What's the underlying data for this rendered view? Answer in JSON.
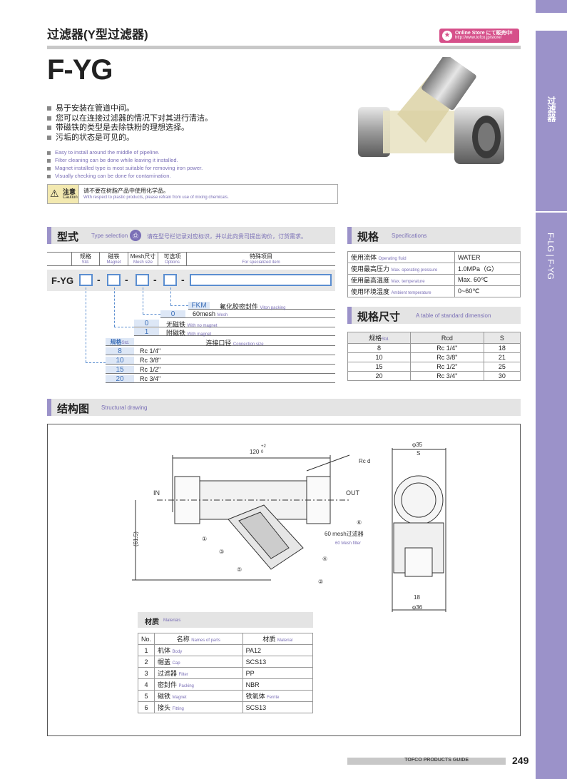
{
  "header": {
    "title": "过滤器(Y型过滤器)",
    "online_store": "Online Store にて販売中!",
    "online_url": "http://www.tofco.jp/store/",
    "product": "F-YG"
  },
  "features_cn": [
    "易于安装在管道中间。",
    "您可以在连接过滤器的情况下对其进行清洁。",
    "带磁铁的类型是去除铁粉的理想选择。",
    "污垢的状态是可见的。"
  ],
  "features_en": [
    "Easy to install around the middle of pipeline.",
    "Filter cleaning can be done while leaving it installed.",
    "Magnet installed type is most suitable for removing iron power.",
    "Visually checking can be done for contamination."
  ],
  "caution": {
    "label_cn": "注意",
    "label_en": "Caution",
    "text_cn": "请不要在树脂产品中使用化学品。",
    "text_en": "With respect to plastic products, please refrain from use of mixing chemicals."
  },
  "type_selection": {
    "title": "型式",
    "title_en": "Type selection",
    "note": "请在型号栏记录对应标识，并以此向贵司提出询价，订货需求。",
    "headers": [
      {
        "cn": "规格",
        "en": "Std."
      },
      {
        "cn": "磁铁",
        "en": "Magnet"
      },
      {
        "cn": "Mesh尺寸",
        "en": "Mesh size"
      },
      {
        "cn": "可选项",
        "en": "Options"
      },
      {
        "cn": "特殊项目",
        "en": "For specialized item"
      }
    ],
    "prefix": "F-YG",
    "fkm": {
      "code": "FKM",
      "cn": "氟化胶密封件",
      "en": "Viton packing"
    },
    "mesh": {
      "code": "0",
      "text": "60mesh",
      "en": "Mesh"
    },
    "magnet": [
      {
        "code": "0",
        "cn": "无磁铁",
        "en": "With no magnet"
      },
      {
        "code": "1",
        "cn": "附磁铁",
        "en": "With magnet"
      }
    ],
    "std_header": {
      "cn": "规格",
      "en": "Std.",
      "conn_cn": "连接口径",
      "conn_en": "Connection size"
    },
    "std": [
      {
        "code": "8",
        "size": "Rc 1/4\""
      },
      {
        "code": "10",
        "size": "Rc 3/8\""
      },
      {
        "code": "15",
        "size": "Rc 1/2\""
      },
      {
        "code": "20",
        "size": "Rc 3/4\""
      }
    ]
  },
  "specs": {
    "title": "规格",
    "title_en": "Specifications",
    "rows": [
      {
        "cn": "使用流体",
        "en": "Operating fluid",
        "value": "WATER"
      },
      {
        "cn": "使用最高压力",
        "en": "Max. operating pressure",
        "value": "1.0MPa（G）"
      },
      {
        "cn": "使用最高温度",
        "en": "Max. temperature",
        "value": "Max. 60℃"
      },
      {
        "cn": "使用环境温度",
        "en": "Ambient temperature",
        "value": "0~60℃"
      }
    ]
  },
  "dimensions": {
    "title": "规格尺寸",
    "title_en": "A table of standard dimension",
    "headers": {
      "std_cn": "规格",
      "std_en": "Std.",
      "rcd": "Rcd",
      "s": "S"
    },
    "rows": [
      [
        "8",
        "Rc 1/4\"",
        "18"
      ],
      [
        "10",
        "Rc 3/8\"",
        "21"
      ],
      [
        "15",
        "Rc 1/2\"",
        "25"
      ],
      [
        "20",
        "Rc 3/4\"",
        "30"
      ]
    ]
  },
  "structure": {
    "title": "结构图",
    "title_en": "Structural drawing",
    "labels": {
      "dim120": "120",
      "tol_plus": "+2",
      "tol_zero": "0",
      "rcd": "Rc d",
      "in": "IN",
      "out": "OUT",
      "h615": "(61.5)",
      "mesh_cn": "60 mesh过滤器",
      "mesh_en": "60 Mesh filter",
      "phi35": "φ35",
      "s": "S",
      "d18": "18",
      "phi36": "φ36",
      "n1": "①",
      "n2": "②",
      "n3": "③",
      "n4": "④",
      "n5": "⑤",
      "n6": "⑥"
    }
  },
  "materials": {
    "title": "材质",
    "title_en": "Materials",
    "headers": {
      "no": "No.",
      "name_cn": "名称",
      "name_en": "Names of parts",
      "mat_cn": "材质",
      "mat_en": "Material"
    },
    "rows": [
      {
        "no": "1",
        "cn": "机体",
        "en": "Body",
        "mat_cn": "PA12",
        "mat_en": ""
      },
      {
        "no": "2",
        "cn": "帽盖",
        "en": "Cap",
        "mat_cn": "SCS13",
        "mat_en": ""
      },
      {
        "no": "3",
        "cn": "过滤器",
        "en": "Filter",
        "mat_cn": "PP",
        "mat_en": ""
      },
      {
        "no": "4",
        "cn": "密封件",
        "en": "Packing",
        "mat_cn": "NBR",
        "mat_en": ""
      },
      {
        "no": "5",
        "cn": "磁铁",
        "en": "Magnet",
        "mat_cn": "铁氧体",
        "mat_en": "Ferrite"
      },
      {
        "no": "6",
        "cn": "接头",
        "en": "Fitting",
        "mat_cn": "SCS13",
        "mat_en": ""
      }
    ]
  },
  "sidebar": {
    "tab1": "过滤器",
    "tab2": "F-LG | F-YG"
  },
  "footer": {
    "guide": "TOFCO PRODUCTS GUIDE",
    "page": "249"
  },
  "colors": {
    "accent": "#9b92c9",
    "blue": "#5b8ed0",
    "pink": "#d6508a"
  }
}
